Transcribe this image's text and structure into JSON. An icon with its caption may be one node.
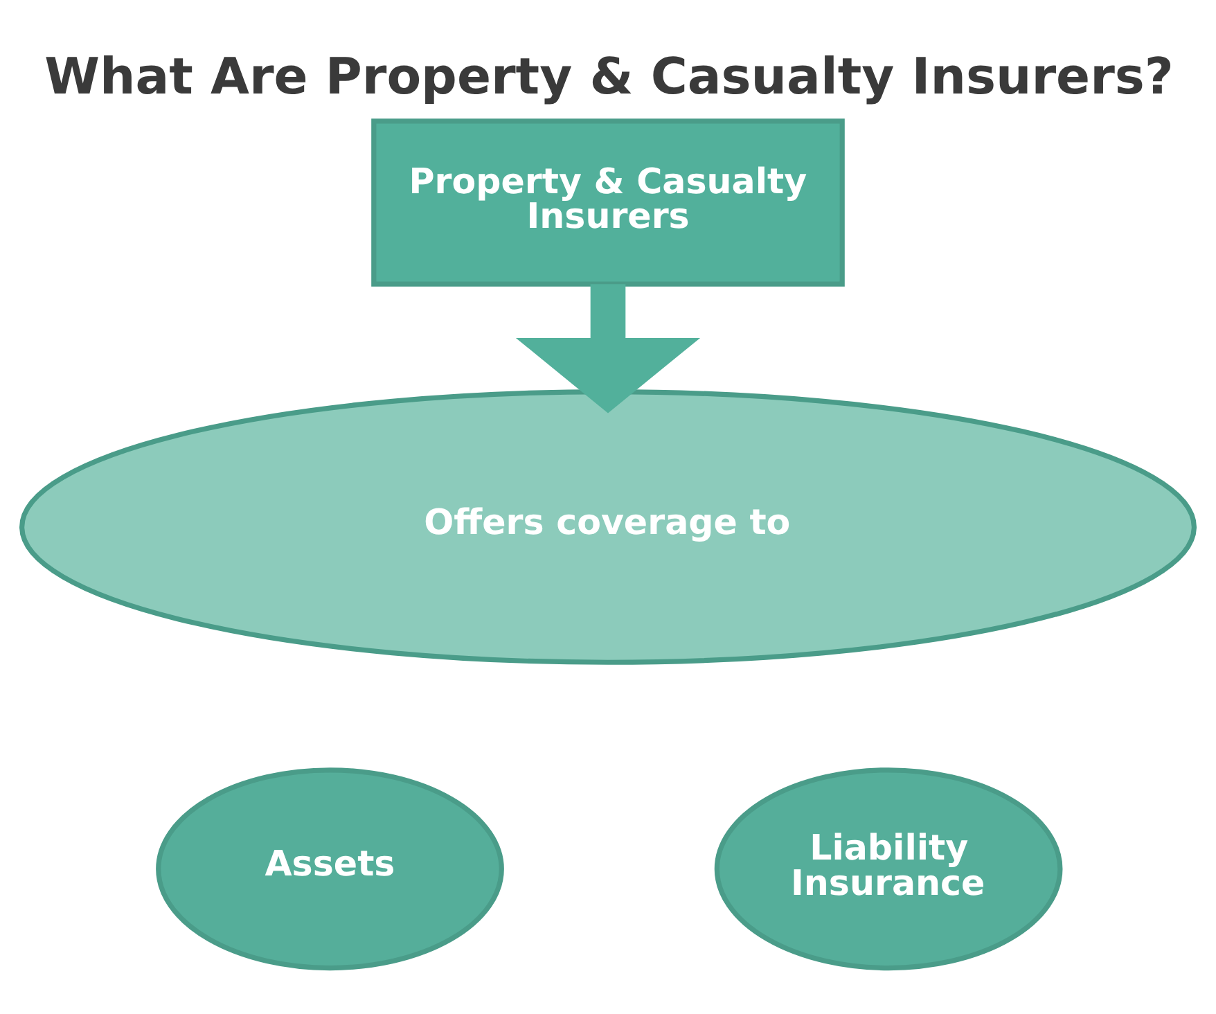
{
  "diagram": {
    "title": "What Are Property & Casualty Insurers?",
    "nodes": [
      {
        "text": [
          "Property & Casualty Insurers"
        ]
      },
      {
        "text": [
          "Offers coverage to"
        ]
      },
      {
        "text": [
          "Assets"
        ]
      },
      {
        "text": [
          "Liability Insurance"
        ]
      }
    ],
    "edges": [
      {
        "from": 0,
        "to": 1,
        "arrow": "to"
      }
    ]
  }
}
